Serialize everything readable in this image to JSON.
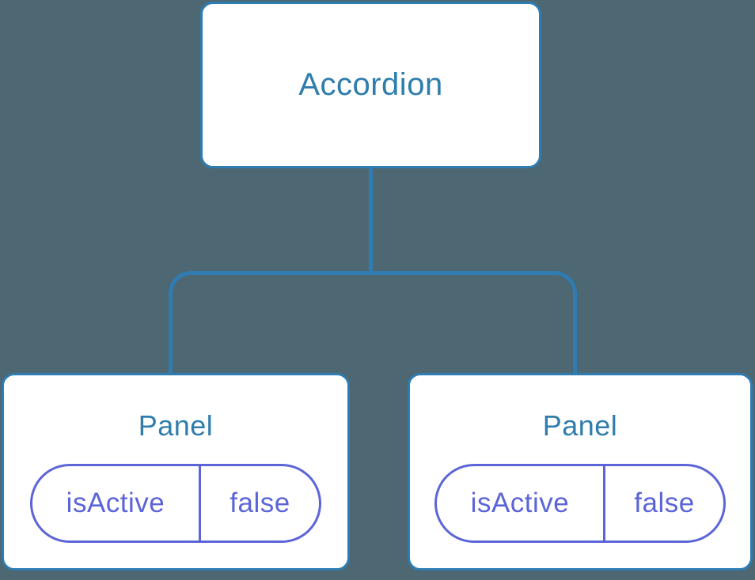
{
  "diagram": {
    "type": "component-tree",
    "colors": {
      "background": "#4d6873",
      "node_fill": "#ffffff",
      "node_border": "#2e7cb2",
      "node_title": "#2f7dad",
      "connector": "#2e7cb2",
      "state_pill": "#5c65d8"
    },
    "root": {
      "label": "Accordion"
    },
    "children": [
      {
        "label": "Panel",
        "state": {
          "key": "isActive",
          "value": "false"
        }
      },
      {
        "label": "Panel",
        "state": {
          "key": "isActive",
          "value": "false"
        }
      }
    ]
  }
}
